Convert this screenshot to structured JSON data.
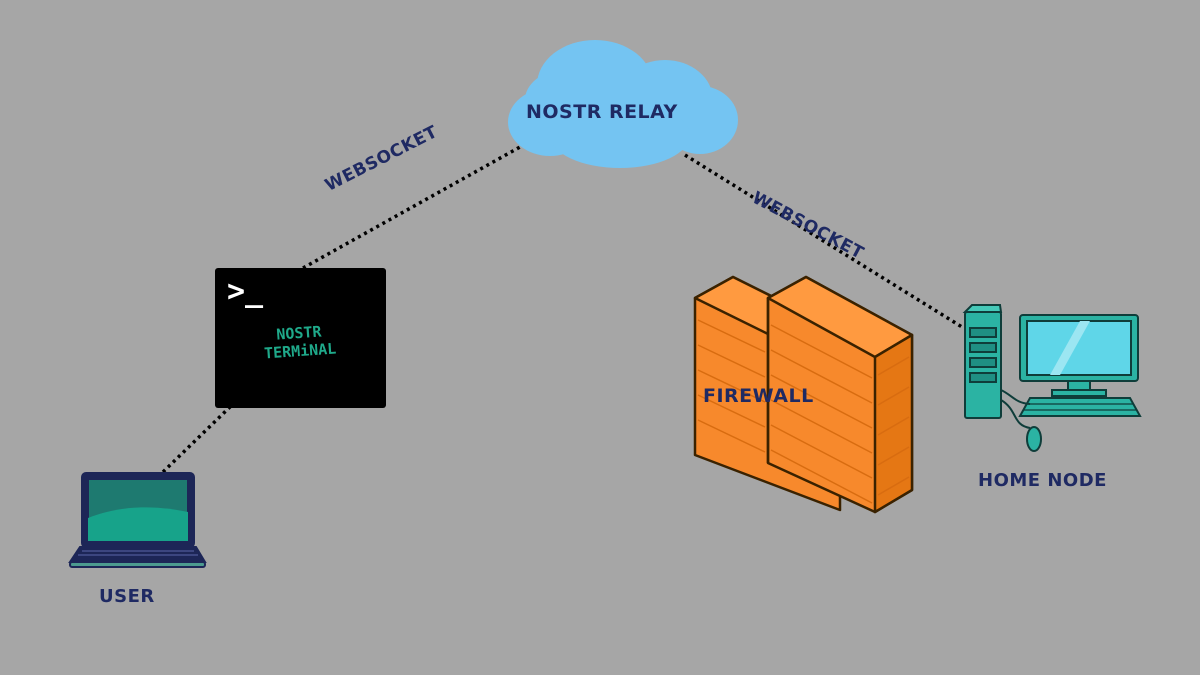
{
  "diagram": {
    "relay": {
      "label": "NOSTR RELAY"
    },
    "connections": [
      {
        "label": "WEBSOCKET",
        "from": "NOSTR TERMINAL",
        "to": "NOSTR RELAY"
      },
      {
        "label": "WEBSOCKET",
        "from": "NOSTR RELAY",
        "to": "HOME NODE"
      }
    ],
    "terminal": {
      "prompt": ">_",
      "line1": "NOSTR",
      "line2": "TERMiNAL"
    },
    "firewall": {
      "label": "FIREWALL"
    },
    "home_node": {
      "label": "HOME NODE"
    },
    "user": {
      "label": "USER"
    }
  },
  "colors": {
    "background": "#a6a6a6",
    "label_text": "#1f2a63",
    "cloud": "#74c4f2",
    "firewall_brick": "#f7892c",
    "computer": "#2bb3a3",
    "laptop_screen": "#1e7a70",
    "terminal_text": "#1fa98a"
  },
  "icons": [
    "cloud-icon",
    "terminal-icon",
    "firewall-icon",
    "desktop-computer-icon",
    "laptop-icon"
  ]
}
